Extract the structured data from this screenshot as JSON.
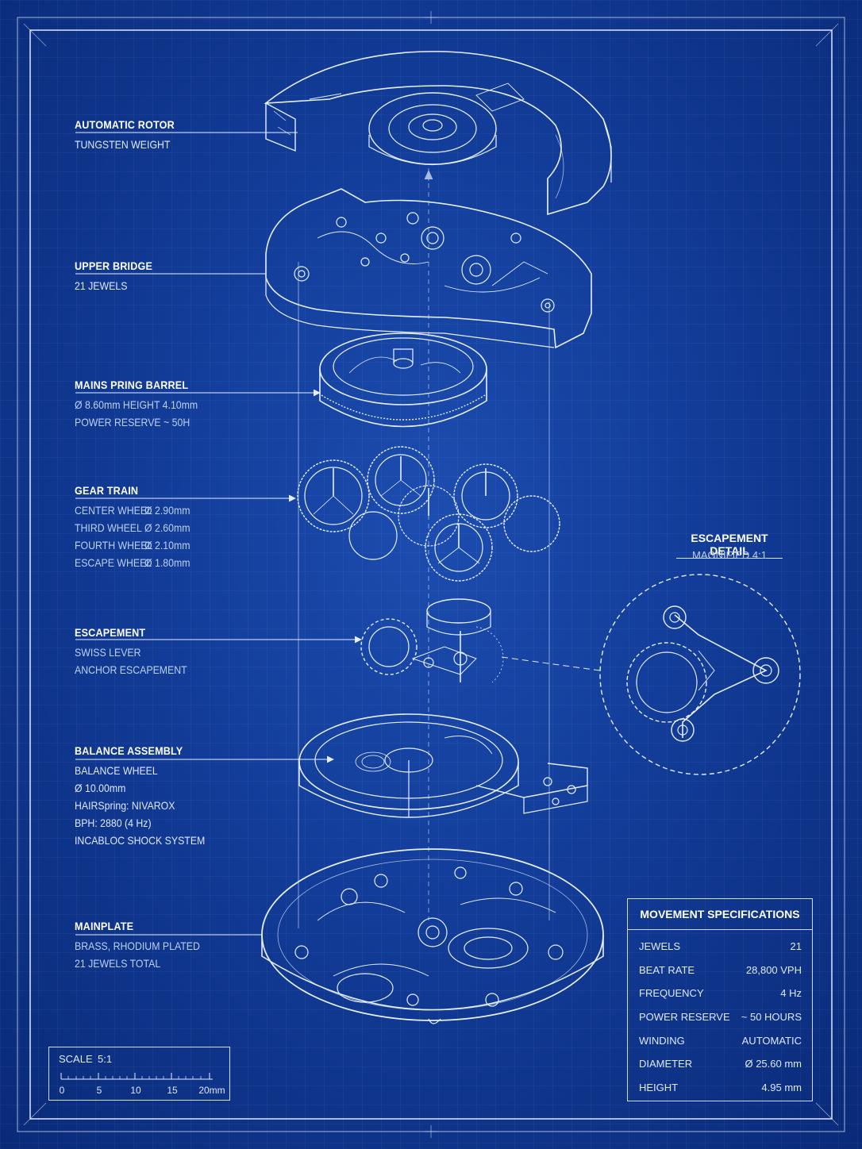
{
  "labels": {
    "rotor": {
      "title": "AUTOMATIC ROTOR",
      "lines": [
        "TUNGSTEN WEIGHT"
      ]
    },
    "bridge": {
      "title": "UPPER BRIDGE",
      "lines": [
        "21 JEWELS"
      ]
    },
    "barrel": {
      "title": "MAINS PRING BARREL",
      "lines": [
        "Ø 8.60mm   HEIGHT 4.10mm",
        "POWER RESERVE ~ 50H"
      ]
    },
    "gear_train": {
      "title": "GEAR TRAIN",
      "rows": [
        {
          "name": "CENTER WHEEL",
          "size": "Ø 2.90mm"
        },
        {
          "name": "THIRD WHEEL",
          "size": "Ø 2.60mm"
        },
        {
          "name": "FOURTH WHEEL",
          "size": "Ø 2.10mm"
        },
        {
          "name": "ESCAPE WHEEL",
          "size": "Ø 1.80mm"
        }
      ]
    },
    "escapement": {
      "title": "ESCAPEMENT",
      "lines": [
        "SWISS LEVER",
        "ANCHOR ESCAPEMENT"
      ]
    },
    "balance": {
      "title": "BALANCE ASSEMBLY",
      "lines": [
        "BALANCE WHEEL",
        "Ø 10.00mm",
        "HAIRSpring: NIVAROX",
        "BPH: 2880 (4 Hz)",
        "INCABLOC SHOCK SYSTEM"
      ]
    },
    "mainplate": {
      "title": "MAINPLATE",
      "lines": [
        "BRASS, RHODIUM PLATED",
        "21 JEWELS TOTAL"
      ]
    }
  },
  "escapement_detail": {
    "title": "ESCAPEMENT DETAIL",
    "subtitle": "MAGNIFIED 4:1"
  },
  "specs": {
    "title": "MOVEMENT SPECIFICATIONS",
    "rows": [
      {
        "label": "JEWELS",
        "value": "21"
      },
      {
        "label": "BEAT RATE",
        "value": "28,800 VPH"
      },
      {
        "label": "FREQUENCY",
        "value": "4 Hz"
      },
      {
        "label": "POWER RESERVE",
        "value": "~ 50 HOURS"
      },
      {
        "label": "WINDING",
        "value": "AUTOMATIC"
      },
      {
        "label": "DIAMETER",
        "value": "Ø 25.60 mm"
      },
      {
        "label": "HEIGHT",
        "value": "4.95 mm"
      }
    ]
  },
  "scale": {
    "label": "SCALE",
    "ratio": "5:1",
    "ticks": [
      "0",
      "5",
      "10",
      "15",
      "20mm"
    ]
  },
  "colors": {
    "background": "#123c98",
    "line": "#e9f0ff"
  }
}
